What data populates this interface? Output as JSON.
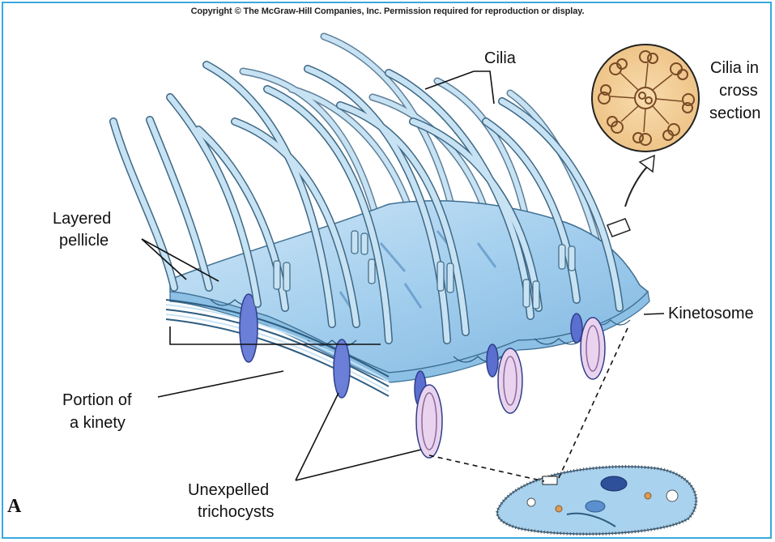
{
  "copyright": "Copyright © The McGraw-Hill Companies, Inc. Permission required for reproduction or display.",
  "panel_letter": "A",
  "labels": {
    "cilia": "Cilia",
    "cross_section_1": "Cilia in",
    "cross_section_2": "cross",
    "cross_section_3": "section",
    "layered_pellicle_1": "Layered",
    "layered_pellicle_2": "pellicle",
    "kinetosome": "Kinetosome",
    "kinety_1": "Portion of",
    "kinety_2": "a kinety",
    "trichocysts_1": "Unexpelled",
    "trichocysts_2": "trichocysts"
  },
  "colors": {
    "frame": "#39a9e0",
    "pellicle": "#a9d2ee",
    "cilia": "#b9dbef",
    "trichocyst_blue": "#5a6fcf",
    "trichocyst_pink": "#ead3ee",
    "cross_section": "#f3cf97"
  }
}
